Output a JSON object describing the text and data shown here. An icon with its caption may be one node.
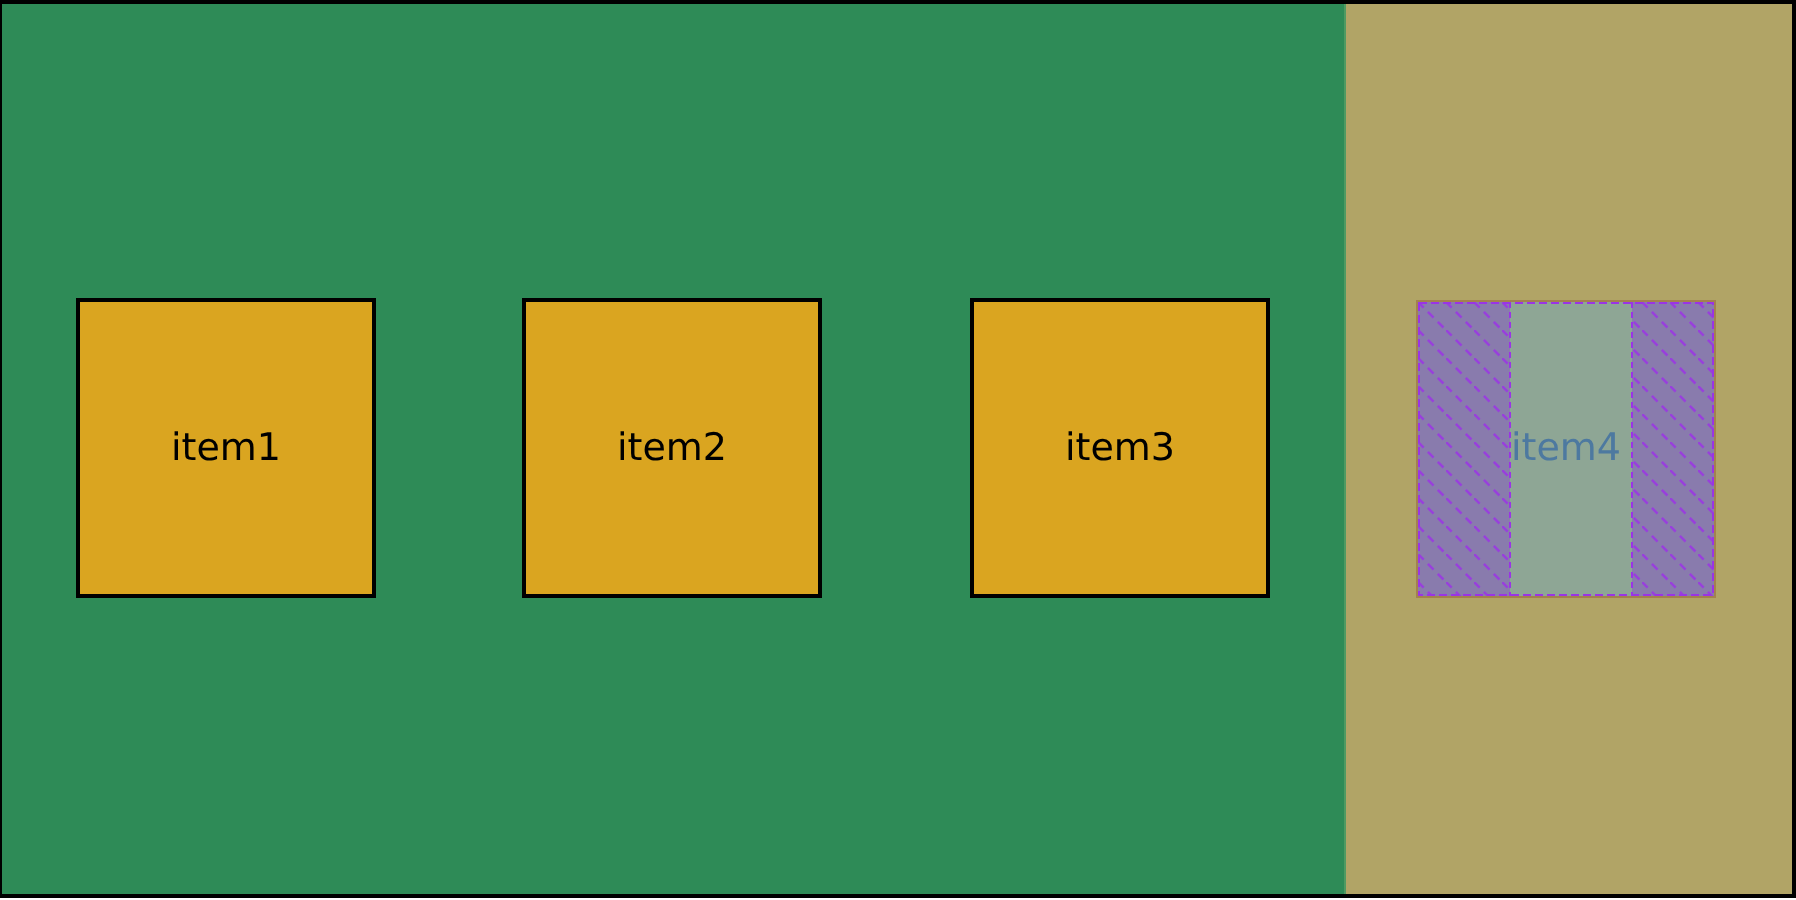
{
  "diagram": {
    "nodes": [
      {
        "text": [
          "item1"
        ]
      },
      {
        "text": [
          "item2"
        ]
      },
      {
        "text": [
          "item3"
        ]
      },
      {
        "text": [
          "item4"
        ]
      }
    ]
  }
}
